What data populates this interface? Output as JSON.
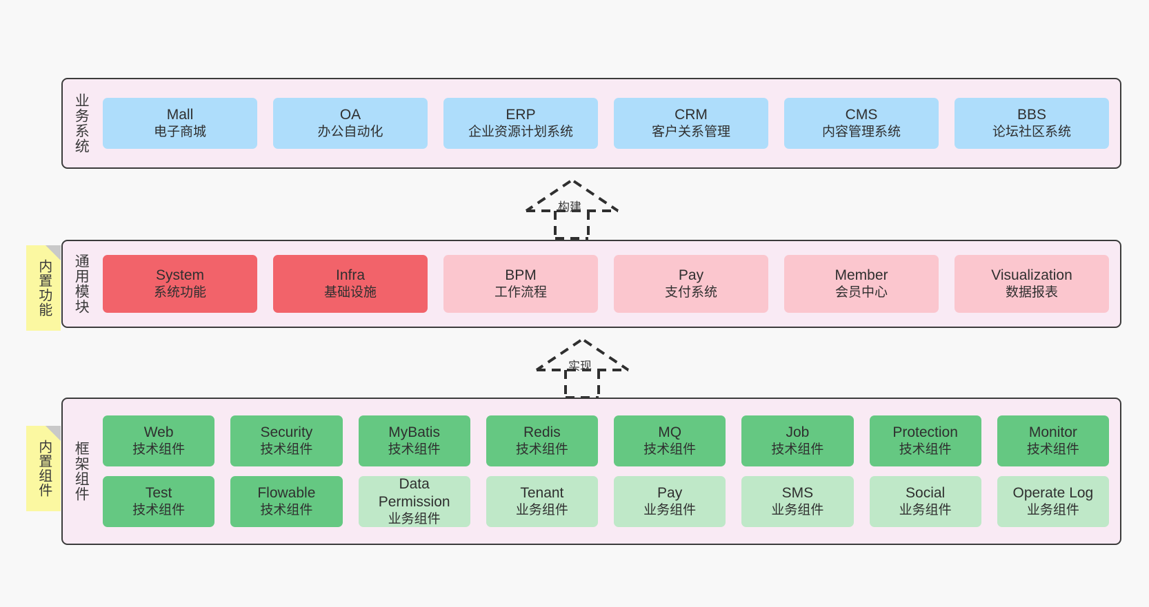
{
  "diagram": {
    "title_hidden": "",
    "colors": {
      "background": "#f8f8f8",
      "band_fill": "#f9eaf4",
      "band_stroke": "#3b3b3b",
      "business_card": "#aeddfb",
      "module_active": "#f2636a",
      "module_planned": "#fbc6ce",
      "tech_component": "#65c882",
      "biz_component": "#bfe8c8",
      "sticky_note": "#fbf8a1",
      "sticky_fold": "#c9c9c9"
    }
  },
  "layers": {
    "business": {
      "band_label": "业务系统",
      "cards": [
        {
          "en": "Mall",
          "cn": "电子商城"
        },
        {
          "en": "OA",
          "cn": "办公自动化"
        },
        {
          "en": "ERP",
          "cn": "企业资源计划系统"
        },
        {
          "en": "CRM",
          "cn": "客户关系管理"
        },
        {
          "en": "CMS",
          "cn": "内容管理系统"
        },
        {
          "en": "BBS",
          "cn": "论坛社区系统"
        }
      ]
    },
    "modules": {
      "band_label": "通用模块",
      "sticky_label": "内置功能",
      "cards": [
        {
          "en": "System",
          "cn": "系统功能",
          "state": "red"
        },
        {
          "en": "Infra",
          "cn": "基础设施",
          "state": "red"
        },
        {
          "en": "BPM",
          "cn": "工作流程",
          "state": "pink"
        },
        {
          "en": "Pay",
          "cn": "支付系统",
          "state": "pink"
        },
        {
          "en": "Member",
          "cn": "会员中心",
          "state": "pink"
        },
        {
          "en": "Visualization",
          "cn": "数据报表",
          "state": "pink"
        }
      ]
    },
    "framework": {
      "band_label": "框架组件",
      "sticky_label": "内置组件",
      "row1": [
        {
          "en": "Web",
          "cn": "技术组件",
          "state": "green"
        },
        {
          "en": "Security",
          "cn": "技术组件",
          "state": "green"
        },
        {
          "en": "MyBatis",
          "cn": "技术组件",
          "state": "green"
        },
        {
          "en": "Redis",
          "cn": "技术组件",
          "state": "green"
        },
        {
          "en": "MQ",
          "cn": "技术组件",
          "state": "green"
        },
        {
          "en": "Job",
          "cn": "技术组件",
          "state": "green"
        },
        {
          "en": "Protection",
          "cn": "技术组件",
          "state": "green"
        },
        {
          "en": "Monitor",
          "cn": "技术组件",
          "state": "green"
        }
      ],
      "row2": [
        {
          "en": "Test",
          "cn": "技术组件",
          "state": "green"
        },
        {
          "en": "Flowable",
          "cn": "技术组件",
          "state": "green"
        },
        {
          "en": "Data Permission",
          "cn": "业务组件",
          "state": "lgreen"
        },
        {
          "en": "Tenant",
          "cn": "业务组件",
          "state": "lgreen"
        },
        {
          "en": "Pay",
          "cn": "业务组件",
          "state": "lgreen"
        },
        {
          "en": "SMS",
          "cn": "业务组件",
          "state": "lgreen"
        },
        {
          "en": "Social",
          "cn": "业务组件",
          "state": "lgreen"
        },
        {
          "en": "Operate Log",
          "cn": "业务组件",
          "state": "lgreen"
        }
      ]
    }
  },
  "connectors": [
    {
      "label": "构建"
    },
    {
      "label": "实现"
    }
  ]
}
